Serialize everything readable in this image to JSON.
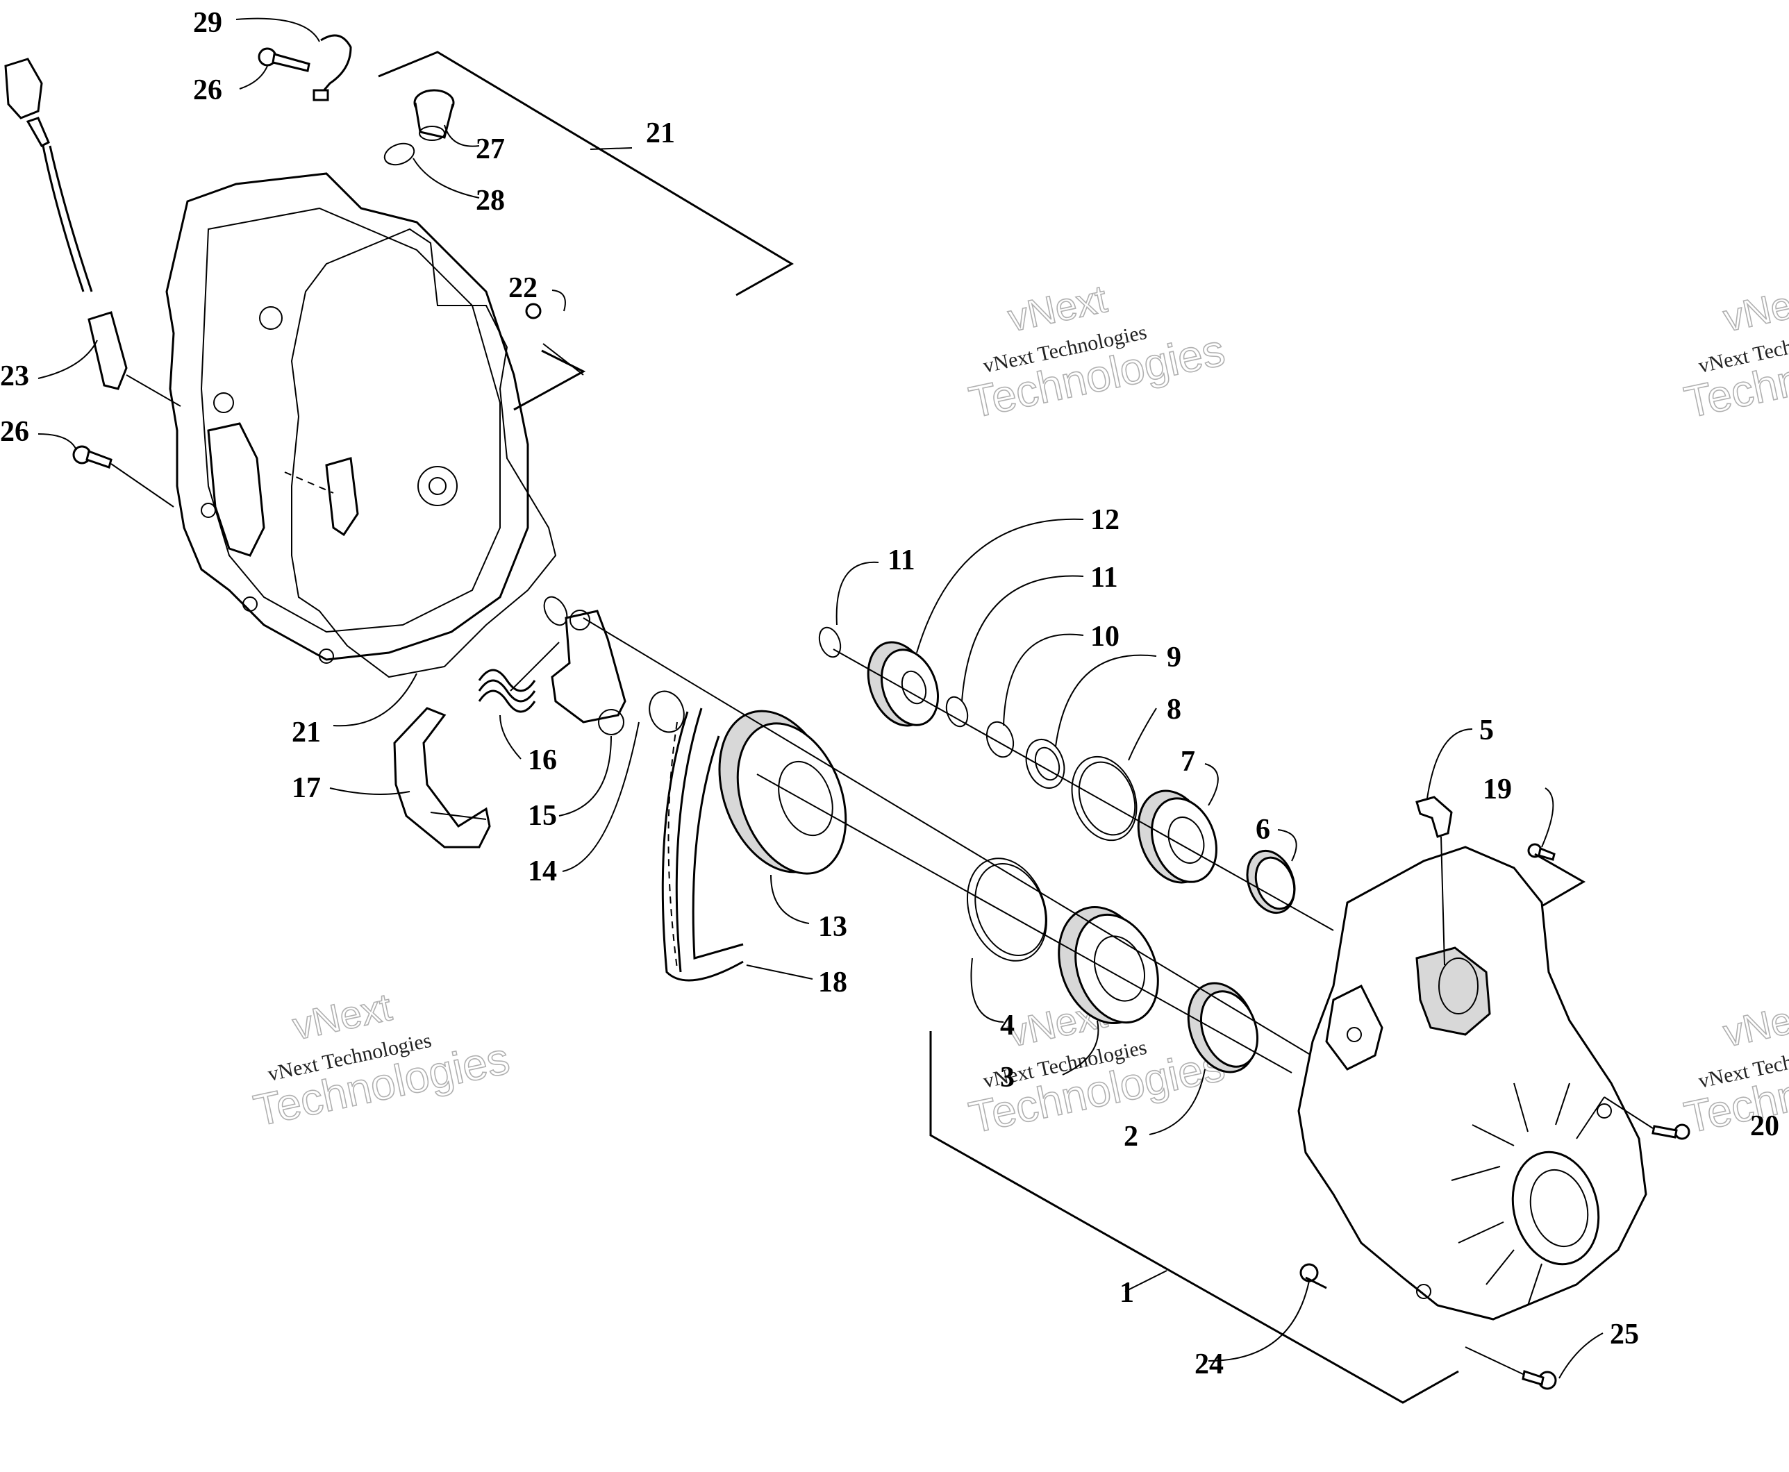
{
  "watermark": {
    "line1": "vNext",
    "line2": "vNext Technologies",
    "line3": "Technologies"
  },
  "callouts": [
    "1",
    "2",
    "3",
    "4",
    "5",
    "6",
    "7",
    "8",
    "9",
    "10",
    "11",
    "11",
    "12",
    "13",
    "14",
    "15",
    "16",
    "17",
    "18",
    "19",
    "20",
    "21",
    "21",
    "22",
    "23",
    "24",
    "25",
    "26",
    "26",
    "27",
    "28",
    "29"
  ]
}
